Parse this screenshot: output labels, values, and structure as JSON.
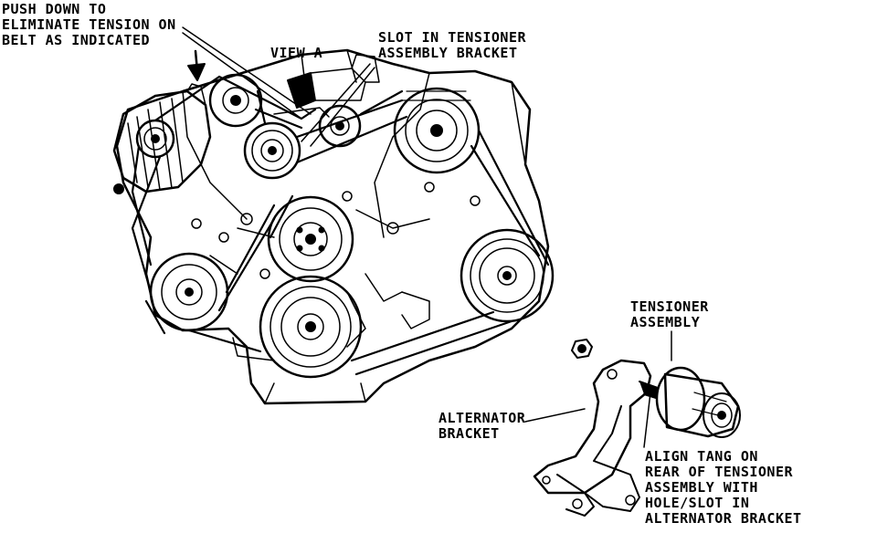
{
  "callouts": {
    "push_down": [
      "PUSH DOWN TO",
      "ELIMINATE TENSION ON",
      "BELT AS INDICATED"
    ],
    "view_a": "VIEW A",
    "slot": [
      "SLOT IN TENSIONER",
      "ASSEMBLY BRACKET"
    ],
    "tensioner": [
      "TENSIONER",
      "ASSEMBLY"
    ],
    "alternator_bracket": [
      "ALTERNATOR",
      "BRACKET"
    ],
    "align_tang": [
      "ALIGN TANG ON",
      "REAR OF TENSIONER",
      "ASSEMBLY WITH",
      "HOLE/SLOT IN",
      "ALTERNATOR BRACKET"
    ]
  },
  "colors": {
    "ink": "#000000",
    "paper": "#ffffff"
  }
}
